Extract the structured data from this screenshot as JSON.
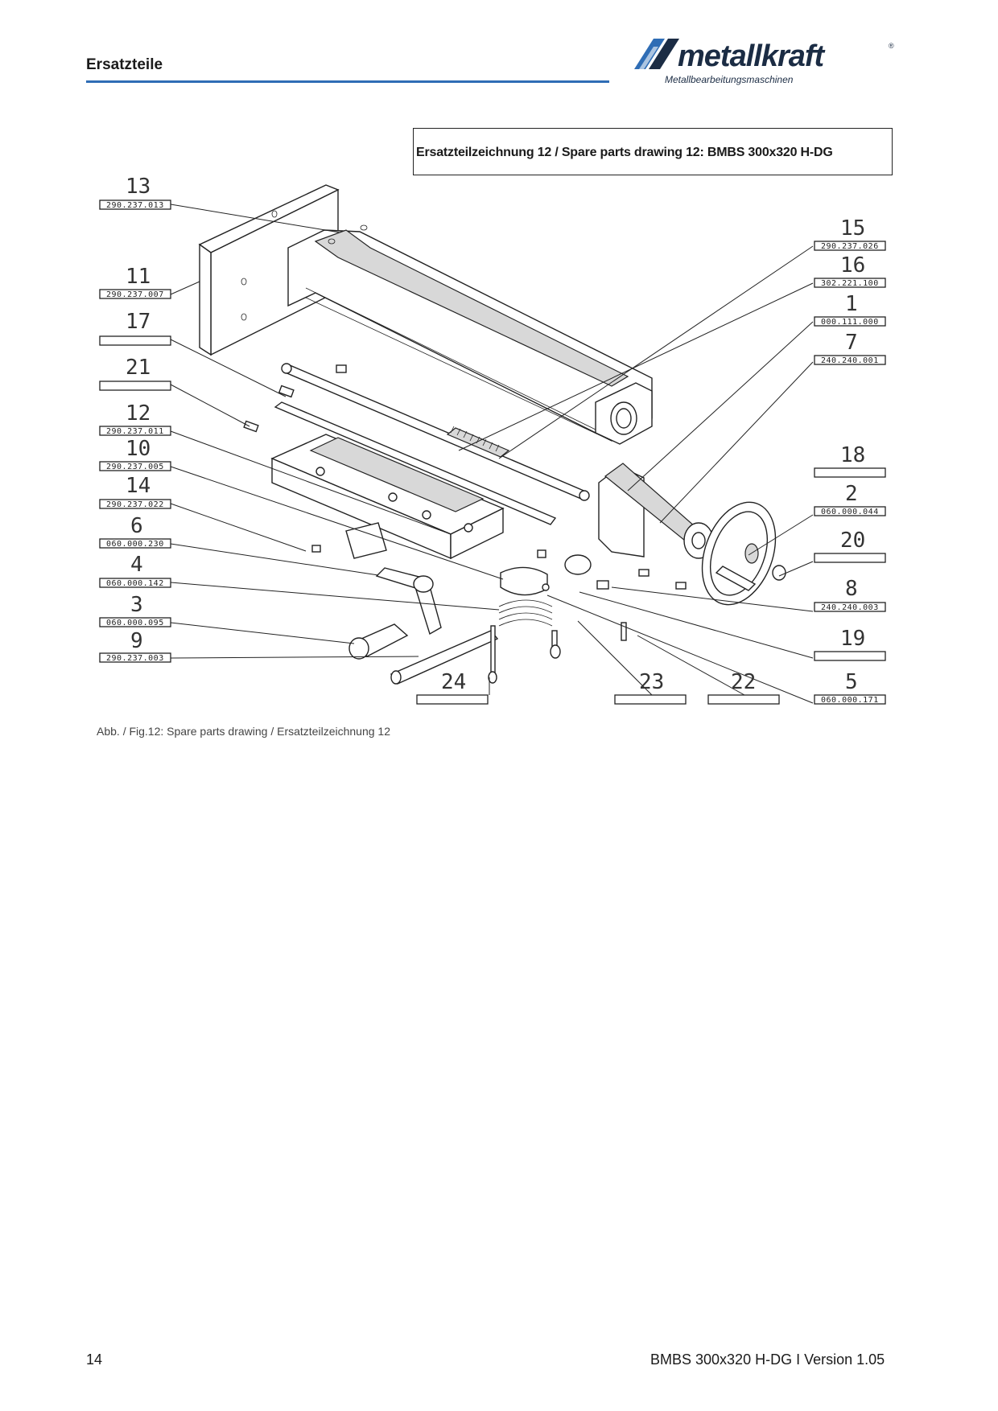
{
  "header": {
    "title": "Ersatzteile"
  },
  "logo": {
    "brand": "metallkraft",
    "registered": "®",
    "subtitle": "Metallbearbeitungsmaschinen"
  },
  "drawing": {
    "title": "Ersatzteilzeichnung 12 / Spare parts drawing 12: BMBS 300x320 H-DG",
    "parts": [
      {
        "id": "p13",
        "number": "13",
        "code": "290.237.013"
      },
      {
        "id": "p11",
        "number": "11",
        "code": "290.237.007"
      },
      {
        "id": "p17",
        "number": "17",
        "code": ""
      },
      {
        "id": "p21",
        "number": "21",
        "code": ""
      },
      {
        "id": "p12",
        "number": "12",
        "code": "290.237.011"
      },
      {
        "id": "p10",
        "number": "10",
        "code": "290.237.005"
      },
      {
        "id": "p14",
        "number": "14",
        "code": "290.237.022"
      },
      {
        "id": "p6",
        "number": "6",
        "code": "060.000.230"
      },
      {
        "id": "p4",
        "number": "4",
        "code": "060.000.142"
      },
      {
        "id": "p3",
        "number": "3",
        "code": "060.000.095"
      },
      {
        "id": "p9",
        "number": "9",
        "code": "290.237.003"
      },
      {
        "id": "p24",
        "number": "24",
        "code": ""
      },
      {
        "id": "p23",
        "number": "23",
        "code": ""
      },
      {
        "id": "p22",
        "number": "22",
        "code": ""
      },
      {
        "id": "p15",
        "number": "15",
        "code": "290.237.026"
      },
      {
        "id": "p16",
        "number": "16",
        "code": "302.221.100"
      },
      {
        "id": "p1",
        "number": "1",
        "code": "000.111.000"
      },
      {
        "id": "p7",
        "number": "7",
        "code": "240.240.001"
      },
      {
        "id": "p18",
        "number": "18",
        "code": ""
      },
      {
        "id": "p2",
        "number": "2",
        "code": "060.000.044"
      },
      {
        "id": "p20",
        "number": "20",
        "code": ""
      },
      {
        "id": "p8",
        "number": "8",
        "code": "240.240.003"
      },
      {
        "id": "p19",
        "number": "19",
        "code": ""
      },
      {
        "id": "p5",
        "number": "5",
        "code": "060.000.171"
      }
    ]
  },
  "caption": "Abb. / Fig.12: Spare parts drawing  / Ersatzteilzeichnung 12",
  "footer": {
    "page": "14",
    "model": "BMBS 300x320 H-DG I Version 1.05"
  }
}
